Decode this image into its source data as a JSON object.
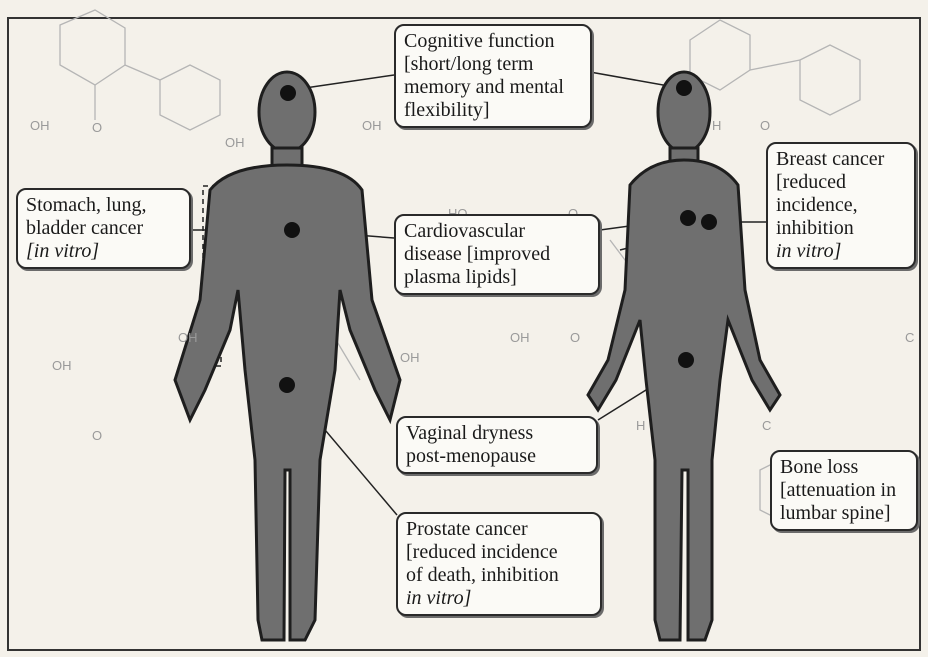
{
  "labels": {
    "cognitive": [
      "Cognitive function",
      "[short/long term",
      "memory and mental",
      "flexibility]"
    ],
    "stomach": [
      "Stomach, lung,",
      "bladder cancer",
      "[in vitro]"
    ],
    "cardio": [
      "Cardiovascular",
      "disease [improved",
      "plasma lipids]"
    ],
    "breast": [
      "Breast cancer",
      "[reduced",
      "incidence,",
      "inhibition",
      "in vitro]"
    ],
    "vaginal": [
      "Vaginal dryness",
      "post-menopause"
    ],
    "bone": [
      "Bone loss",
      "[attenuation in",
      "lumbar spine]"
    ],
    "prostate": [
      "Prostate cancer",
      "[reduced incidence",
      "of death, inhibition",
      "in vitro]"
    ]
  },
  "background_chem": [
    "OH",
    "O",
    "OH",
    "OH",
    "HO",
    "O",
    "OH",
    "O",
    "OH",
    "O",
    "OH",
    "OH",
    "H",
    "O",
    "H",
    "C",
    "C"
  ]
}
